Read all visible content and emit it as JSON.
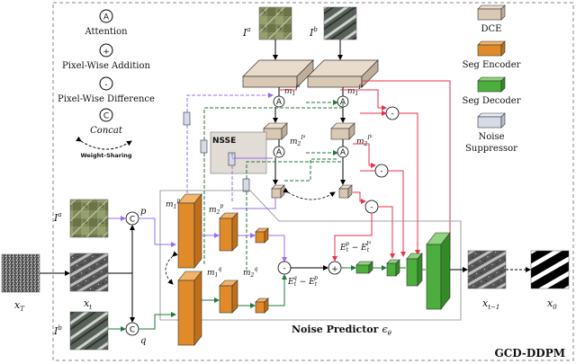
{
  "legend": {
    "attention_symbol": "A",
    "attention_label": "Attention",
    "addition_symbol": "+",
    "addition_label": "Pixel-Wise Addition",
    "difference_symbol": "-",
    "difference_label": "Pixel-Wise Difference",
    "concat_symbol": "C",
    "concat_label": "Concat",
    "weight_sharing_label": "Weight-Sharing"
  },
  "module_legend": {
    "dce": "DCE",
    "seg_encoder": "Seg Encoder",
    "seg_decoder": "Seg Decoder",
    "noise_line1": "Noise",
    "noise_line2": "Suppressor"
  },
  "labels": {
    "ia_top": "I",
    "ia_top_sup": "a",
    "ib_top": "I",
    "ib_top_sup": "b",
    "ia_left": "I",
    "ia_left_sup": "a",
    "ib_left": "I",
    "ib_left_sup": "b",
    "xT": "x",
    "xT_sub": "T",
    "xt": "x",
    "xt_sub": "t",
    "xt1": "x",
    "xt1_sub": "t−1",
    "x0": "x",
    "x0_sub": "0",
    "p": "p",
    "q": "q",
    "nsse": "NSSE",
    "m1_ia": "m",
    "m1_ia_sub": "1",
    "m1_ia_sup": "I",
    "m1_ia_supsup": "a",
    "m1_ib": "m",
    "m1_ib_sub": "1",
    "m1_ib_sup": "I",
    "m1_ib_supsup": "b",
    "m2_ia": "m",
    "m2_ia_sub": "2",
    "m2_ia_sup": "I",
    "m2_ia_supsup": "a",
    "m2_ib": "m",
    "m2_ib_sub": "2",
    "m2_ib_sup": "I",
    "m2_ib_supsup": "b",
    "m1p": "m",
    "m1p_sub": "1",
    "m1p_sup": "p",
    "m2p": "m",
    "m2p_sub": "2",
    "m2p_sup": "p",
    "m1q": "m",
    "m1q_sub": "1",
    "m1q_sup": "q",
    "m2q": "m",
    "m2q_sub": "2",
    "m2q_sup": "q",
    "eq_top_e": "E",
    "eq_top_t": "t",
    "eq_top_p": "p",
    "eq_top_minus": " − E",
    "eq_top_ia_t": "t",
    "eq_top_ia": "I",
    "eq_top_ia_sup": "a",
    "eq_bot_e": "E",
    "eq_bot_t": "t",
    "eq_bot_q": "q",
    "eq_bot_minus": " − E",
    "eq_bot_t2": "t",
    "eq_bot_p": "p",
    "noise_predictor": "Noise Predictor",
    "epsilon": "ϵ",
    "epsilon_sub": "θ",
    "gcd_ddpm": "GCD-DDPM"
  },
  "colors": {
    "purple": "#9b6cf0",
    "green": "#1f7a3a",
    "red": "#e8324a",
    "black": "#000000",
    "dce_fill": "#d9c8b4",
    "encoder_fill": "#e08a2a",
    "decoder_fill": "#4cae3c",
    "noise_fill": "#d6dbe8",
    "nsse_fill": "#e2dcd6"
  }
}
